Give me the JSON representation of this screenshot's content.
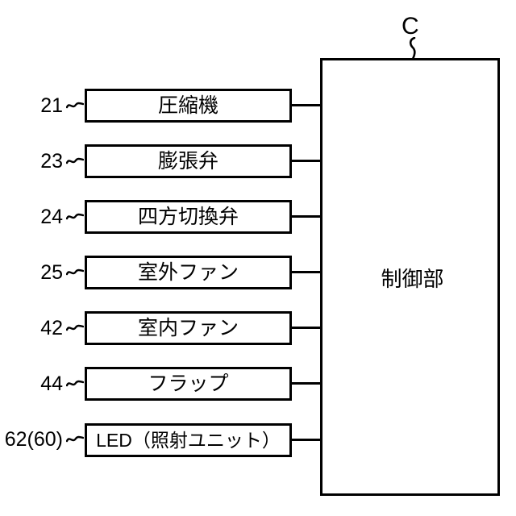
{
  "diagram": {
    "type": "block-diagram",
    "background_color": "#ffffff",
    "line_color": "#000000",
    "control_unit": {
      "label": "制御部",
      "callout": "C"
    },
    "components": [
      {
        "ref": "21",
        "label": "圧縮機"
      },
      {
        "ref": "23",
        "label": "膨張弁"
      },
      {
        "ref": "24",
        "label": "四方切換弁"
      },
      {
        "ref": "25",
        "label": "室外ファン"
      },
      {
        "ref": "42",
        "label": "室内ファン"
      },
      {
        "ref": "44",
        "label": "フラップ"
      },
      {
        "ref": "62(60)",
        "label": "LED（照射ユニット）"
      }
    ]
  }
}
